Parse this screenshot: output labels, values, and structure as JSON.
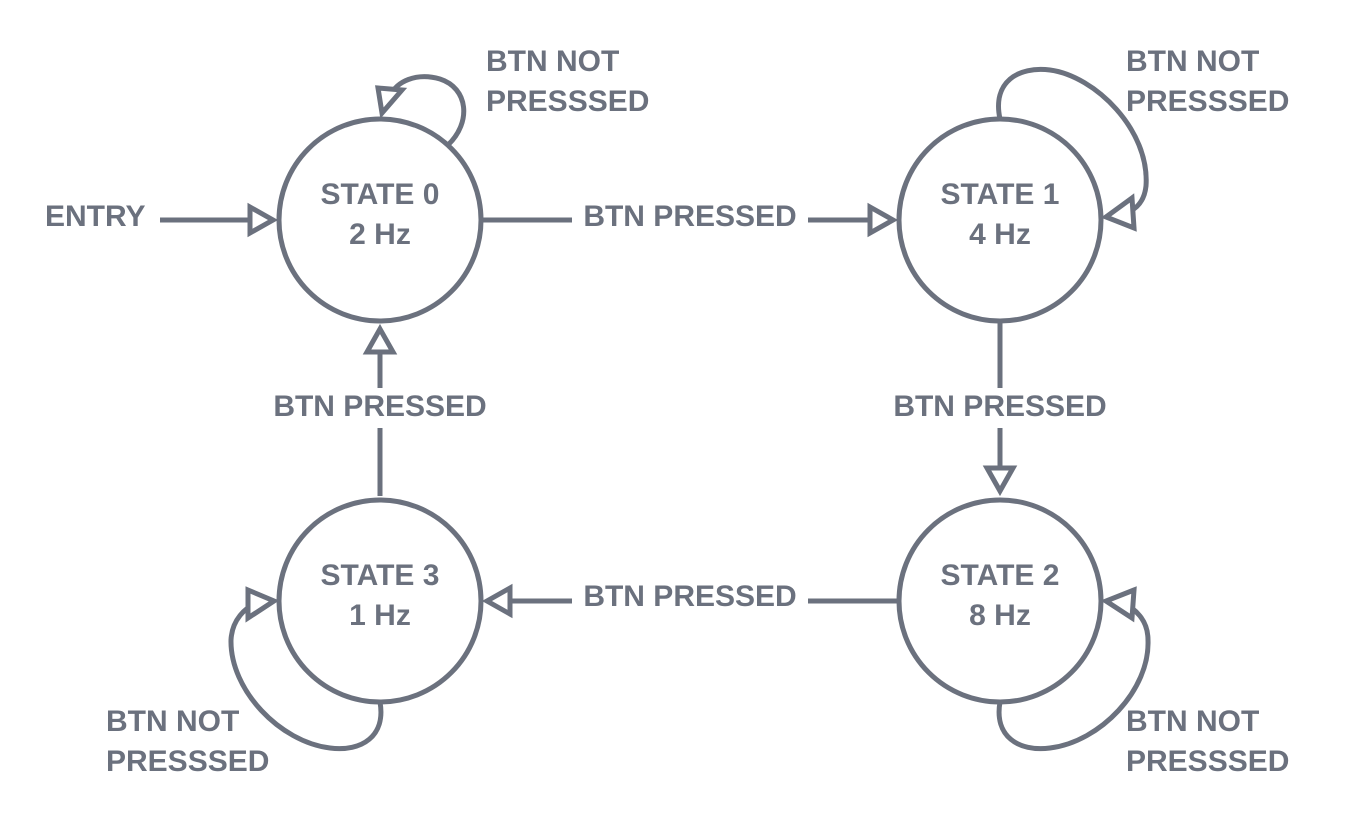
{
  "diagram": {
    "colors": {
      "stroke": "#6b717e",
      "background": "#ffffff"
    },
    "states": [
      {
        "id": "s0",
        "name": "STATE 0",
        "freq": "2 Hz"
      },
      {
        "id": "s1",
        "name": "STATE 1",
        "freq": "4 Hz"
      },
      {
        "id": "s2",
        "name": "STATE 2",
        "freq": "8 Hz"
      },
      {
        "id": "s3",
        "name": "STATE 3",
        "freq": "1 Hz"
      }
    ],
    "entry": {
      "label": "ENTRY",
      "target": "s0"
    },
    "transitions": [
      {
        "id": "t01",
        "from": "s0",
        "to": "s1",
        "label": "BTN PRESSED"
      },
      {
        "id": "t12",
        "from": "s1",
        "to": "s2",
        "label": "BTN PRESSED"
      },
      {
        "id": "t23",
        "from": "s2",
        "to": "s3",
        "label": "BTN PRESSED"
      },
      {
        "id": "t30",
        "from": "s3",
        "to": "s0",
        "label": "BTN PRESSED"
      }
    ],
    "self_loops": [
      {
        "id": "l0",
        "state": "s0",
        "line1": "BTN NOT",
        "line2": "PRESSSED"
      },
      {
        "id": "l1",
        "state": "s1",
        "line1": "BTN NOT",
        "line2": "PRESSSED"
      },
      {
        "id": "l2",
        "state": "s2",
        "line1": "BTN NOT",
        "line2": "PRESSSED"
      },
      {
        "id": "l3",
        "state": "s3",
        "line1": "BTN NOT",
        "line2": "PRESSSED"
      }
    ]
  }
}
